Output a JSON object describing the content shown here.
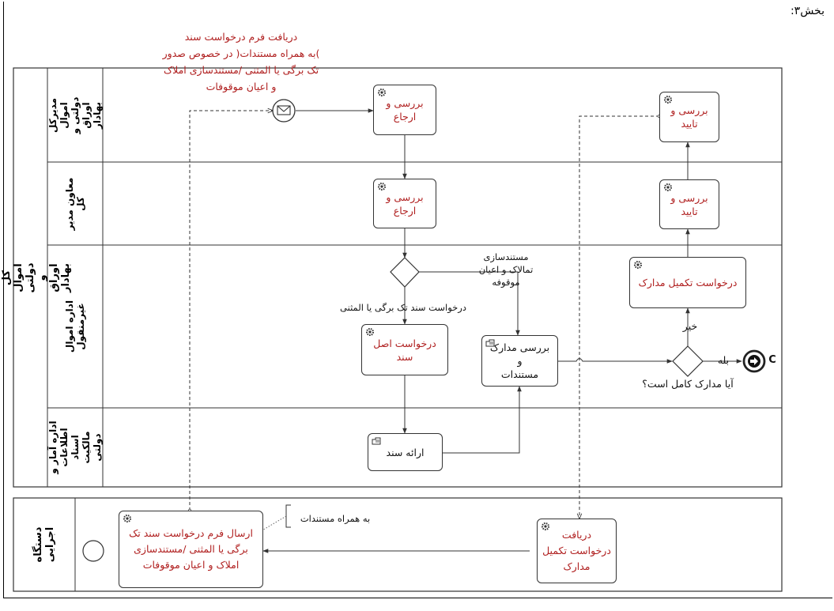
{
  "section_title": "بخش۳:",
  "pools": {
    "main": {
      "label": "اداره کل اموال دولتی و اوراق بهادار",
      "lanes": [
        {
          "label": "مدیرکل اموال\nدولتی و اوراق\nبهادار"
        },
        {
          "label": "معاون مدیر\nکل"
        },
        {
          "label": "اداره اموال غیرمنقول"
        },
        {
          "label": "اداره آمار و\nاطلاعات اسناد\nمالکیت دولتی"
        }
      ]
    },
    "external": {
      "label": "دستگاه اجرایی"
    }
  },
  "tasks": {
    "review_return_1": "بررسی و\nارجاع",
    "review_return_2": "بررسی و\nارجاع",
    "review_approve_1": "بررسی و\nتایید",
    "review_approve_2": "بررسی و\nتایید",
    "request_complete_docs": "درخواست تکمیل مدارک",
    "request_original_doc": "درخواست اصل\nسند",
    "review_docs": "بررسی مدارک و\nمستندات",
    "provide_doc": "ارائه سند",
    "send_request_form": "ارسال فرم درخواست سند تک\nبرگی یا المثنی /مستندسازی\nاملاک و اعیان موقوفات",
    "receive_complete_request": "دریافت\nدرخواست تکمیل\nمدارک"
  },
  "labels": {
    "message_receive": "دریافت فرم درخواست سند\n)به همراه مستندات( در خصوص صدور\nتک برگی یا المثنی /مستندسازی املاک\nو اعیان موقوفات",
    "gateway_path_docs": "مستندسازی\nتمالاک و اعیان\nموقوفه",
    "gateway_path_single": "درخواست سند تک برگی یا المثنی",
    "gateway_question": "آیا مدارک کامل است؟",
    "no": "خیر",
    "yes": "بله",
    "annotation": "به همراه مستندات",
    "link_c": "C"
  },
  "colors": {
    "task_text": "#b02020",
    "line": "#333333"
  }
}
